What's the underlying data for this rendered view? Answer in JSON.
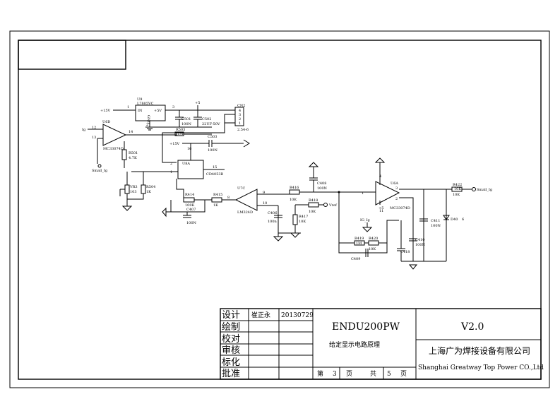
{
  "title_block": {
    "rows": [
      "设计",
      "绘制",
      "校对",
      "审核",
      "标化",
      "批准"
    ],
    "designer": "崔正永",
    "date": "20130729",
    "project": "ENDU200PW",
    "drawing_title": "给定显示电路原理",
    "page_label_pre": "第",
    "page_no": "3",
    "page_label_mid": "页",
    "total_label": "共",
    "total_no": "5",
    "total_label_post": "页",
    "version": "V2.0",
    "company_cn": "上海广为焊接设备有限公司",
    "company_en": "Shanghai Greatway Top Power CO.,Ltd"
  },
  "labels": {
    "u9": "U9",
    "u9_part": "L7805VC",
    "u9_in": "IN",
    "u9_out": "+5V",
    "u9_gnd": "GND",
    "u9_pin1": "1",
    "u9_pin3": "3",
    "u9_pin2": "2",
    "plus15": "+15V",
    "plus15b": "+15V",
    "plus5a": "+5",
    "c501": "C501",
    "c501v": "100N",
    "c502": "C502",
    "c502v": "22UF-50V",
    "cn2": "CN2",
    "cn2_type": "2.54-6",
    "cn2_p4": "4",
    "cn2_p3": "3",
    "cn2_p2": "2",
    "cn2_p1": "1",
    "ig": "Ig",
    "u6d": "U6D",
    "u6d_p12": "12",
    "u6d_p13": "13",
    "u6d_p14": "14",
    "u6d_part": "MC33074D",
    "r503": "R503",
    "r503v": "1M",
    "c503": "C503",
    "c503v": "100N",
    "r501": "R501",
    "r501v": "4.7K",
    "small_ig_a": "Small_Ig",
    "u8a": "U8A",
    "u8a_part": "CD4053B",
    "u8a_p1": "1",
    "u8a_p2": "2",
    "u8a_p15": "15",
    "u8a_p16": "16",
    "vr3": "VR3",
    "vr3v": "103",
    "r504": "R504",
    "r504v": "1K",
    "r414": "R414",
    "r414v": "100K",
    "c407": "C407",
    "c407v": "100N",
    "r415": "R415",
    "r415v": "1K",
    "u7c": "U7C",
    "u7c_p8": "8",
    "u7c_p9": "9",
    "u7c_p10": "10",
    "u7c_part": "LM324D",
    "c406": "C406",
    "c406v": "100n",
    "r416": "R416",
    "r416v": "10K",
    "c408": "C408",
    "c408v": "100N",
    "r418": "R418",
    "r418v": "10K",
    "vref": "Vref",
    "r417": "R417",
    "r417v": "10K",
    "u6a": "U6A",
    "u6a_p1": "1",
    "u6a_p2": "2",
    "u6a_p3": "3",
    "u6a_p4": "4",
    "u6a_p11": "11",
    "u6a_part": "MC33074D",
    "plus5b": "+5",
    "ig_g": "IG_Ig",
    "r419": "R419",
    "r419v": "1M",
    "r420": "R420",
    "r420v": "10K",
    "c409": "C409",
    "c410": "C410",
    "c410v": "100N",
    "c411": "C411",
    "c411v": "100N",
    "c418": "C418",
    "r422": "R422",
    "r422v": "10K",
    "small_ig_b": "Small_Ig",
    "d40": "D40",
    "d40v": "6"
  },
  "colors": {
    "line": "#000000",
    "background": "#ffffff"
  }
}
